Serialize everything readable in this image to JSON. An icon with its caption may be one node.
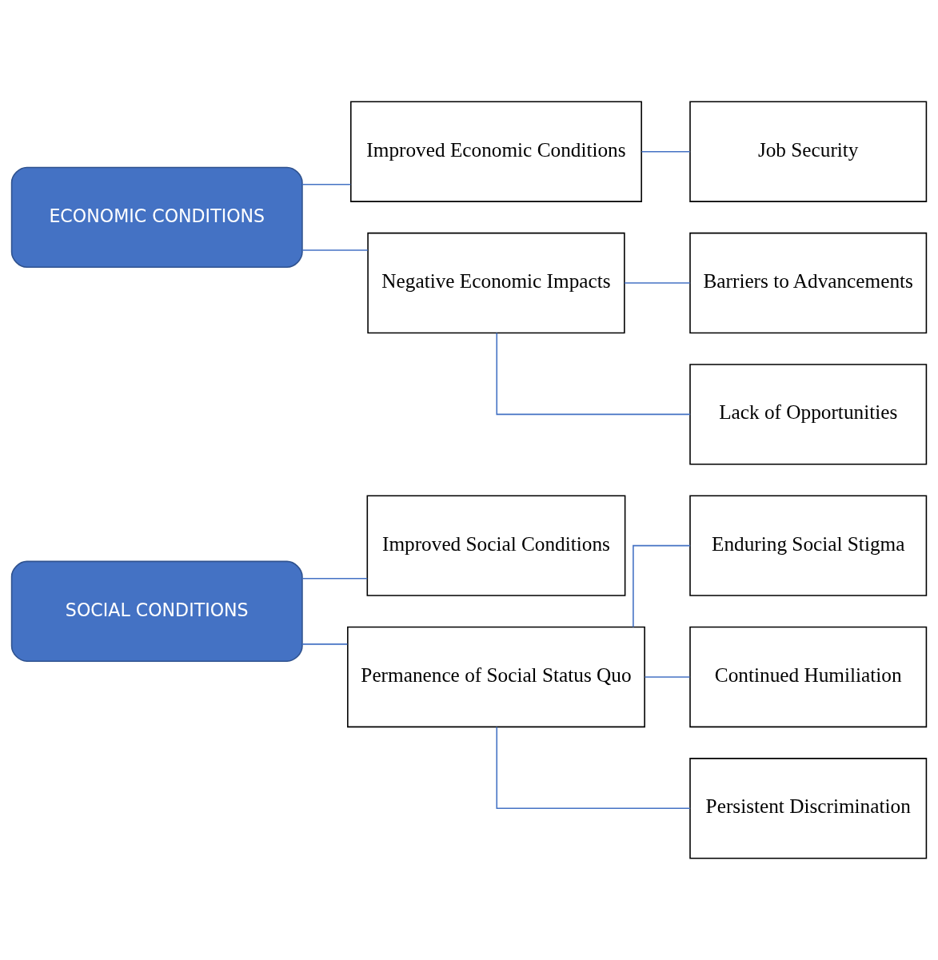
{
  "diagram": {
    "nodes": [
      {
        "text": [
          "SOCIAL CONDITIONS"
        ]
      },
      {
        "text": [
          "Improved Social Conditions"
        ]
      },
      {
        "text": [
          "Permanence of Social Status Quo"
        ]
      },
      {
        "text": [
          "Enduring Social Stigma"
        ]
      },
      {
        "text": [
          "Continued Humiliation"
        ]
      },
      {
        "text": [
          "Persistent Discrimination"
        ]
      },
      {
        "text": [
          "ECONOMIC CONDITIONS"
        ]
      },
      {
        "text": [
          "Improved Economic Conditions"
        ]
      },
      {
        "text": [
          "Job Security"
        ]
      },
      {
        "text": [
          "Negative Economic Impacts"
        ]
      },
      {
        "text": [
          "Barriers to Advancements"
        ]
      },
      {
        "text": [
          "Lack of Opportunities"
        ]
      }
    ],
    "edges": [
      {
        "from": 0,
        "to": 1,
        "arrow": "none"
      },
      {
        "from": 0,
        "to": 2,
        "arrow": "none"
      },
      {
        "from": 2,
        "to": 3,
        "arrow": "none"
      },
      {
        "from": 2,
        "to": 4,
        "arrow": "none"
      },
      {
        "from": 2,
        "to": 5,
        "arrow": "none"
      },
      {
        "from": 6,
        "to": 7,
        "arrow": "none"
      },
      {
        "from": 7,
        "to": 8,
        "arrow": "none"
      },
      {
        "from": 6,
        "to": 9,
        "arrow": "none"
      },
      {
        "from": 9,
        "to": 10,
        "arrow": "none"
      },
      {
        "from": 9,
        "to": 11,
        "arrow": "none"
      }
    ]
  }
}
